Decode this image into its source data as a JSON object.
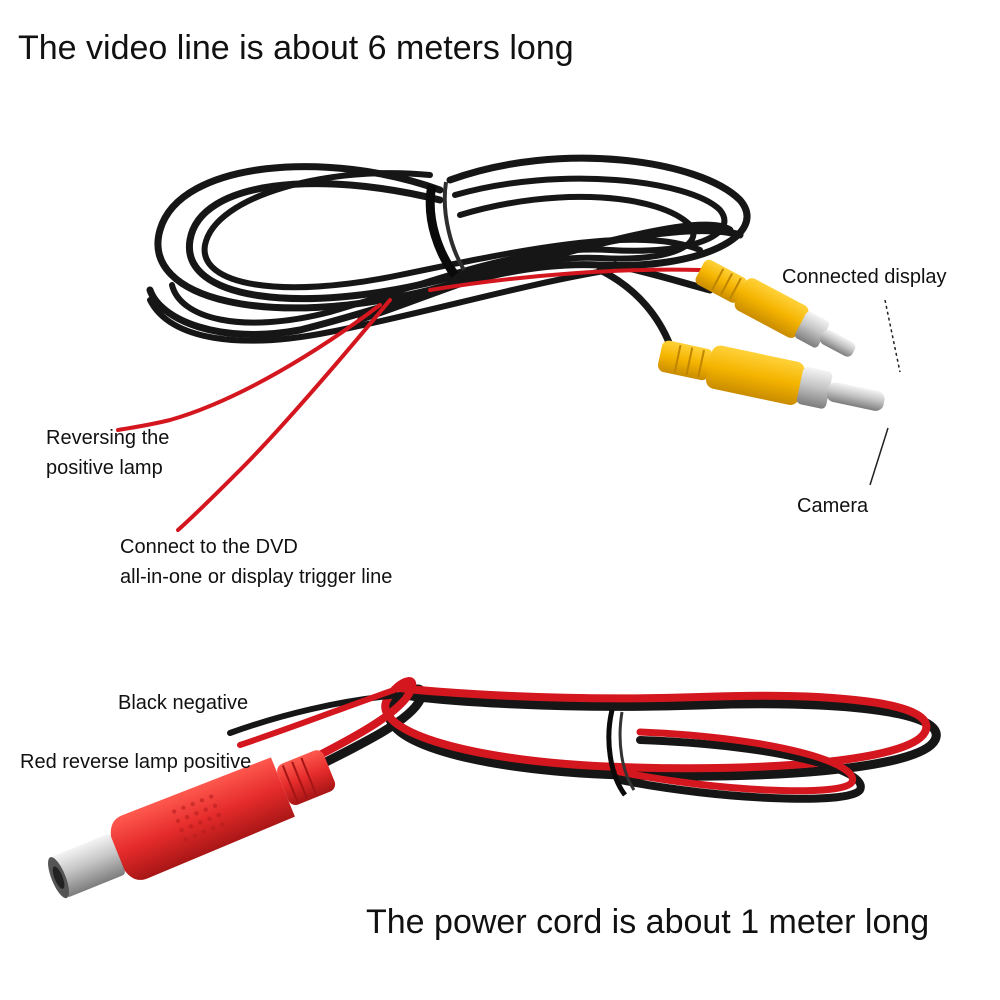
{
  "titles": {
    "video_line": "The video line is about 6 meters long",
    "power_cord": "The power cord is about 1 meter long"
  },
  "labels": {
    "connected_display": "Connected display",
    "camera": "Camera",
    "reversing_lamp": [
      "Reversing the",
      "positive lamp"
    ],
    "dvd_trigger": [
      "Connect to the DVD",
      "all-in-one or display trigger line"
    ],
    "black_negative": "Black negative",
    "red_reverse_positive": "Red reverse lamp positive"
  },
  "colors": {
    "background": "#ffffff",
    "cable_black": "#161616",
    "wire_red": "#d4161e",
    "rca_yellow": "#f5b400",
    "dc_plug_red": "#e52b2b",
    "metal": "#b8b8b8"
  }
}
